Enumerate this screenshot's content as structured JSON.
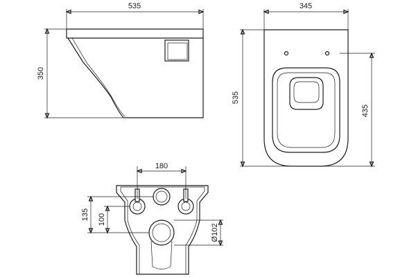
{
  "dimensions": {
    "side_length": "535",
    "side_height": "350",
    "top_width": "345",
    "top_length": "535",
    "top_bowl": "435",
    "back_spacing": "180",
    "back_135": "135",
    "back_100": "100",
    "back_outlet": "Ø102"
  },
  "colors": {
    "line": "#1a1a1a",
    "background": "#ffffff"
  }
}
